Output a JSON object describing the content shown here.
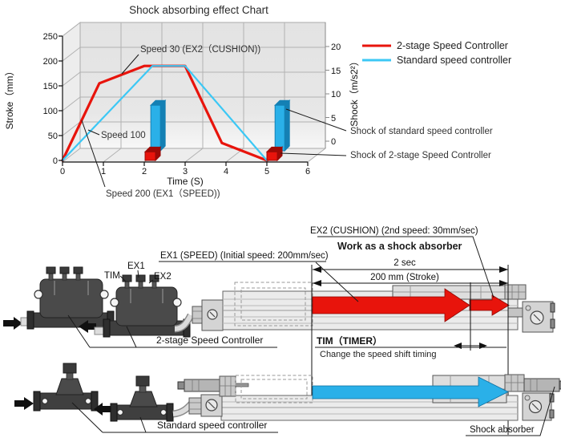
{
  "colors": {
    "red": "#e8140c",
    "red_dark": "#9c0a06",
    "cyan": "#3cc8f5",
    "bar_blue": "#2ab0e8",
    "bar_blue_dark": "#1480b4",
    "panel": "#e5e5e5",
    "grid": "#b2b2b2"
  },
  "chart": {
    "title": "Shock absorbing effect Chart",
    "x_axis": {
      "label": "Time (S)",
      "ticks": [
        "0",
        "1",
        "2",
        "3",
        "4",
        "5",
        "6"
      ]
    },
    "left_axis": {
      "label": "Stroke（mm）",
      "ticks": [
        "0",
        "50",
        "100",
        "150",
        "200",
        "250"
      ]
    },
    "right_axis": {
      "label": "Shock（m/s2²）",
      "ticks": [
        "0",
        "5",
        "10",
        "15",
        "20"
      ]
    },
    "legend": [
      {
        "label": "2-stage Speed Controller",
        "color": "#e8140c"
      },
      {
        "label": "Standard speed controller",
        "color": "#3cc8f5"
      }
    ],
    "annotations": {
      "speed30": "Speed 30 (EX2（CUSHION))",
      "speed100": "Speed 100",
      "speed200": "Speed 200 (EX1（SPEED))",
      "shock_standard": "Shock of standard speed controller",
      "shock_2stage": "Shock of 2-stage Speed Controller"
    }
  },
  "chart_data": {
    "type": "line+bar",
    "title": "Shock absorbing effect Chart",
    "xlabel": "Time (S)",
    "x_range": [
      0,
      6
    ],
    "left_ylabel": "Stroke (mm)",
    "left_range": [
      0,
      250
    ],
    "right_ylabel": "Shock (m/s2)",
    "right_range": [
      0,
      20
    ],
    "grid": true,
    "legend_position": "top-right",
    "series": [
      {
        "name": "2-stage Speed Controller",
        "axis": "left",
        "color": "#e8140c",
        "points": [
          [
            0,
            0
          ],
          [
            0.9,
            155
          ],
          [
            2,
            190
          ],
          [
            3,
            190
          ],
          [
            3.9,
            35
          ],
          [
            5,
            0
          ]
        ]
      },
      {
        "name": "Standard speed controller",
        "axis": "left",
        "color": "#3cc8f5",
        "points": [
          [
            0,
            0
          ],
          [
            2.2,
            190
          ],
          [
            3,
            190
          ],
          [
            5,
            0
          ]
        ]
      }
    ],
    "bars": [
      {
        "name": "Shock of standard speed controller",
        "axis": "right",
        "color": "#2ab0e8",
        "dark": "#1480b4",
        "x": [
          2.16,
          5.2
        ],
        "value": 8
      },
      {
        "name": "Shock of 2-stage Speed Controller",
        "axis": "right",
        "color": "#e8140c",
        "dark": "#9c0a06",
        "x": [
          2.02,
          5.0
        ],
        "value": 1.5
      }
    ]
  },
  "diagram": {
    "ex2_line": "EX2 (CUSHION) (2nd speed: 30mm/sec)",
    "work_as": "Work as a shock absorber",
    "ex1_line": "EX1 (SPEED) (Initial speed: 200mm/sec)",
    "dim_time": "2 sec",
    "dim_stroke": "200 mm (Stroke)",
    "tim": "TIM",
    "ex1": "EX1",
    "ex2": "EX2",
    "two_stage_label": "2-stage Speed Controller",
    "tim_timer": "TIM（TIMER）",
    "tim_desc": "Change the speed shift timing",
    "standard_label": "Standard speed controller",
    "shock_absorber": "Shock absorber"
  }
}
